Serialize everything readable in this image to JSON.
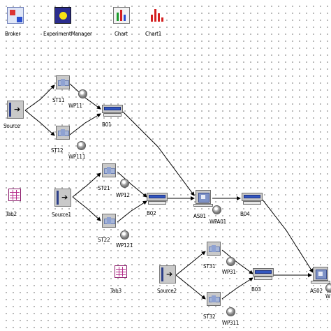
{
  "toolbar": {
    "broker": "Broker",
    "experiment_manager": "ExperimentManager",
    "chart": "Chart",
    "chart1": "Chart1"
  },
  "tables": [
    "Tab2",
    "Tab3"
  ],
  "sources": [
    "Source",
    "Source1",
    "Source2"
  ],
  "stations": [
    "ST11",
    "ST12",
    "ST21",
    "ST22",
    "ST31",
    "ST32"
  ],
  "workers": [
    "WP11",
    "WP111",
    "WP12",
    "WP121",
    "WP31",
    "WP311",
    "WPA01"
  ],
  "buffers": [
    "B01",
    "B02",
    "B03",
    "B04"
  ],
  "assemblies": [
    "AS01",
    "AS02"
  ],
  "cut_labels": [
    "W"
  ]
}
